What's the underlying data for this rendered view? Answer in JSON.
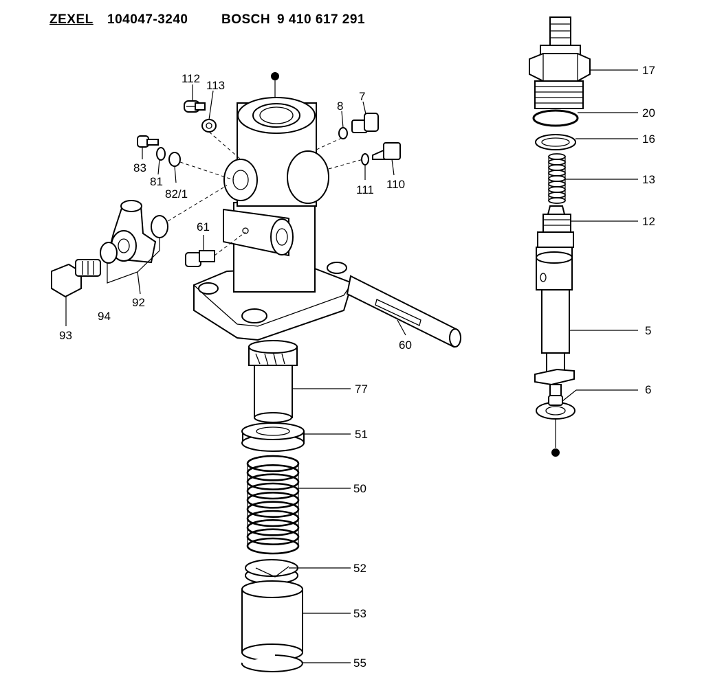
{
  "header": {
    "brand1": "ZEXEL",
    "part1": "104047-3240",
    "brand2": "BOSCH",
    "part2": "9 410 617 291"
  },
  "callouts": {
    "c112": "112",
    "c113": "113",
    "c7": "7",
    "c8": "8",
    "c83": "83",
    "c81": "81",
    "c82": "82/1",
    "c111": "111",
    "c110": "110",
    "c61": "61",
    "c93": "93",
    "c94": "94",
    "c92": "92",
    "c60": "60",
    "c77": "77",
    "c51": "51",
    "c50": "50",
    "c52": "52",
    "c53": "53",
    "c55": "55",
    "c17": "17",
    "c20": "20",
    "c16": "16",
    "c13": "13",
    "c12": "12",
    "c5": "5",
    "c6": "6"
  }
}
